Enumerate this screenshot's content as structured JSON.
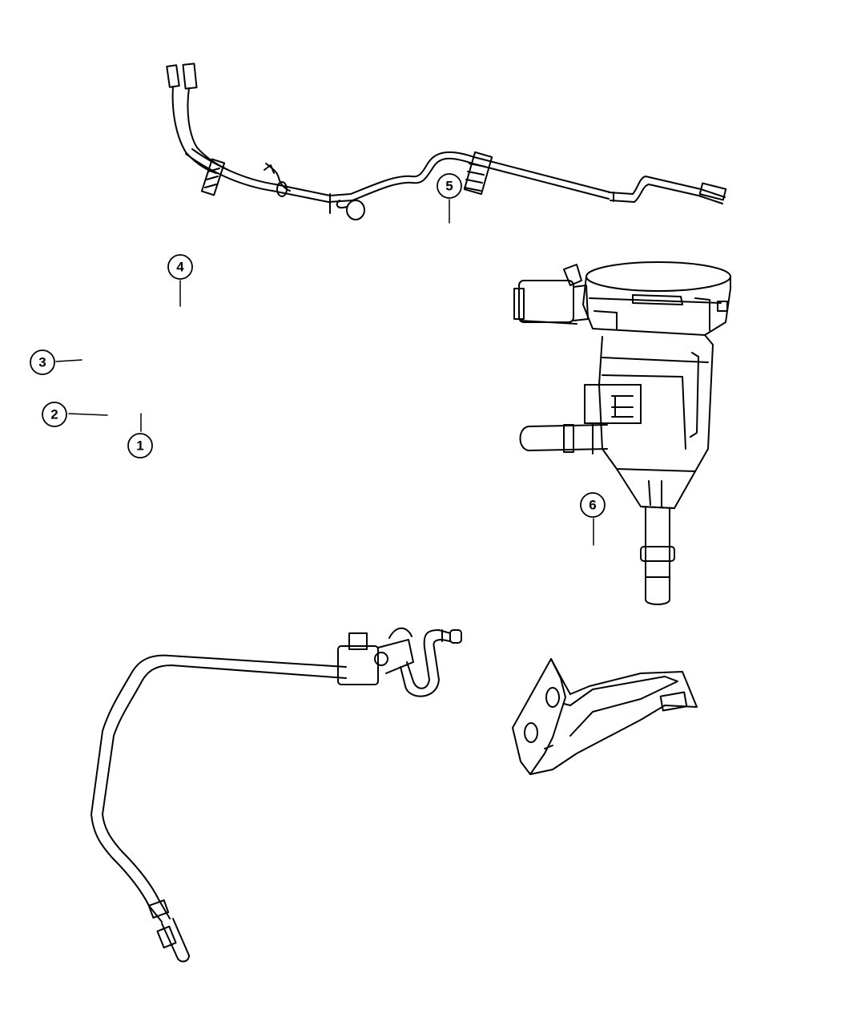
{
  "colors": {
    "ink": "#000000",
    "paper": "#ffffff"
  },
  "callouts": [
    {
      "id": "1",
      "label": "1"
    },
    {
      "id": "2",
      "label": "2"
    },
    {
      "id": "3",
      "label": "3"
    },
    {
      "id": "4",
      "label": "4"
    },
    {
      "id": "5",
      "label": "5"
    },
    {
      "id": "6",
      "label": "6"
    }
  ]
}
